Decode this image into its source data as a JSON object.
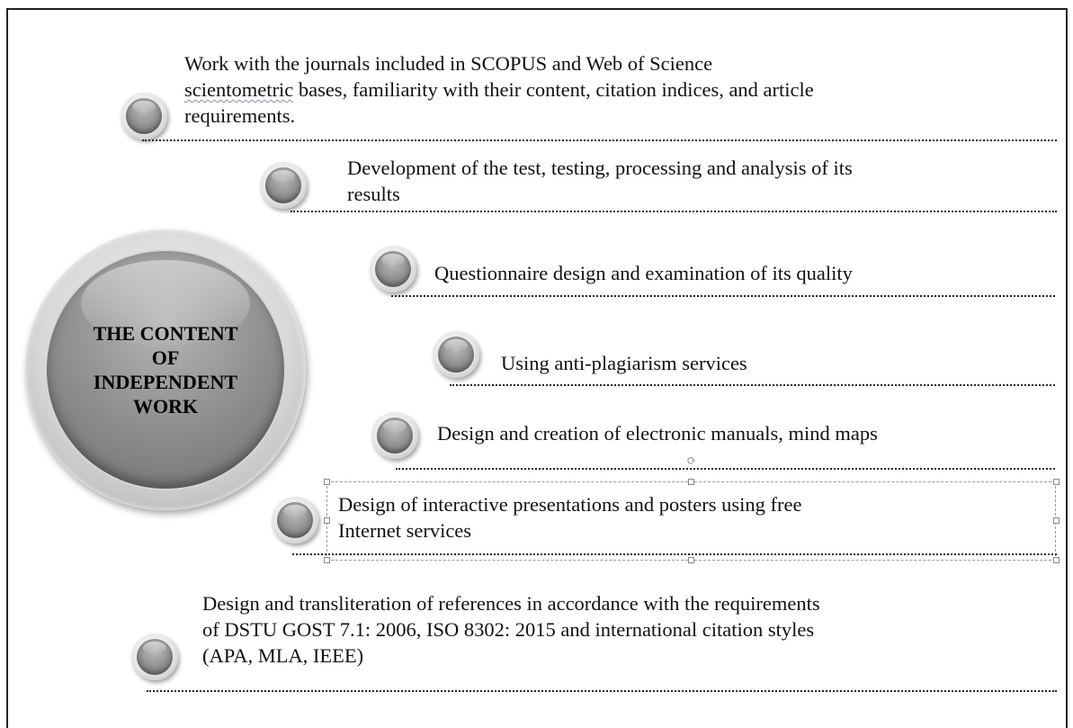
{
  "center": {
    "lines": [
      "THE CONTENT",
      "OF",
      "INDEPENDENT",
      "WORK"
    ]
  },
  "items": [
    {
      "lines": [
        "Work with the journals included in SCOPUS and Web of Science",
        "bases, familiarity with their content, citation indices, and article",
        "requirements."
      ],
      "underlined_word": "scientometric"
    },
    {
      "lines": [
        "Development of the test, testing, processing and analysis of its",
        "results"
      ]
    },
    {
      "lines": [
        "Questionnaire design and examination of its quality"
      ]
    },
    {
      "lines": [
        "Using anti-plagiarism services"
      ]
    },
    {
      "lines": [
        "Design and creation of electronic manuals, mind maps"
      ]
    },
    {
      "lines": [
        "Design of interactive presentations and posters using free",
        "Internet services"
      ]
    },
    {
      "lines": [
        "Design and transliteration of references in accordance with the requirements",
        "of DSTU GOST 7.1: 2006, ISO 8302: 2015 and international citation styles",
        "(APA, MLA, IEEE)"
      ]
    }
  ],
  "icons": {
    "bullet": "glossy-sphere-bullet-icon",
    "rotate": "rotate-handle-icon"
  },
  "colors": {
    "bullet_core": "#8e8e8e",
    "center_core": "#8c8c8c",
    "dotted_line": "#222222"
  }
}
